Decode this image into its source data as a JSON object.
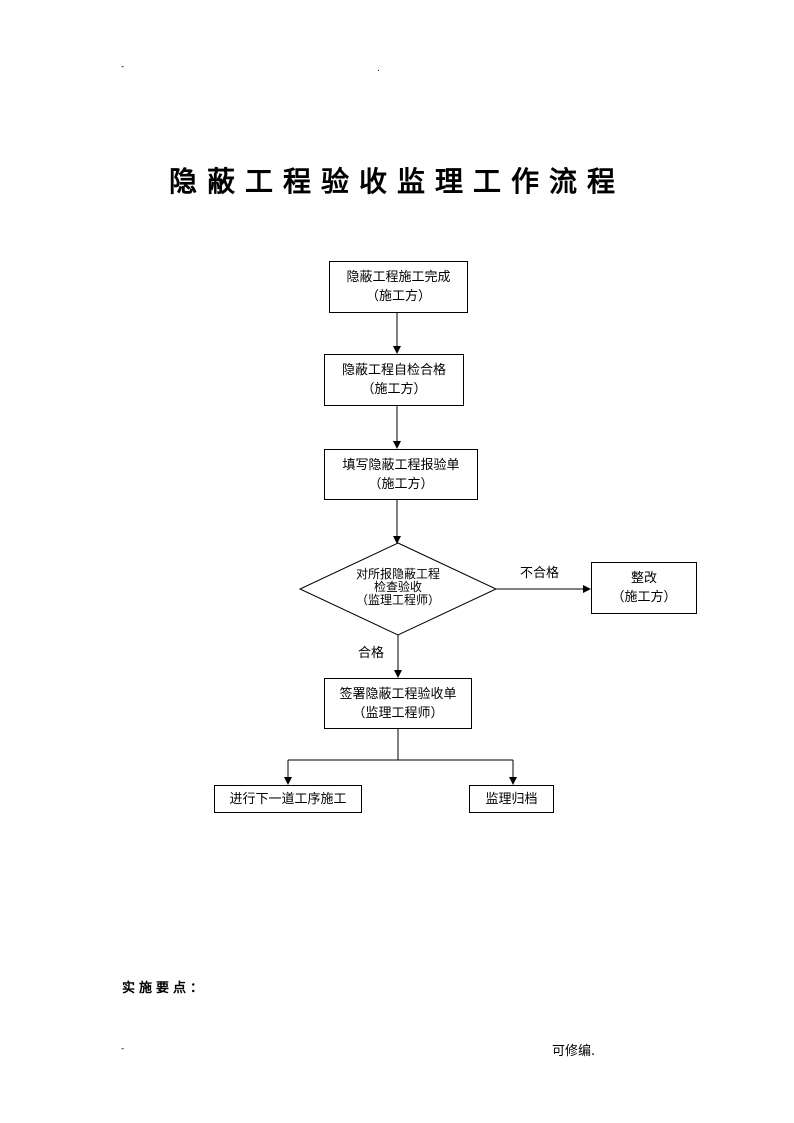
{
  "header": {
    "mark_left": "-",
    "mark_center": "."
  },
  "title": "隐蔽工程验收监理工作流程",
  "flow": {
    "step1": {
      "line1": "隐蔽工程施工完成",
      "line2": "（施工方）"
    },
    "step2": {
      "line1": "隐蔽工程自检合格",
      "line2": "（施工方）"
    },
    "step3": {
      "line1": "填写隐蔽工程报验单",
      "line2": "（施工方）"
    },
    "decision": {
      "line1": "对所报隐蔽工程",
      "line2": "检查验收",
      "line3": "（监理工程师）"
    },
    "fail_label": "不合格",
    "rework": {
      "line1": "整改",
      "line2": "（施工方）"
    },
    "pass_label": "合格",
    "step4": {
      "line1": "签署隐蔽工程验收单",
      "line2": "（监理工程师）"
    },
    "next": "进行下一道工序施工",
    "archive": "监理归档"
  },
  "notes_heading": "实施要点：",
  "footer": {
    "mark_left": "-",
    "right_text": "可修编."
  }
}
